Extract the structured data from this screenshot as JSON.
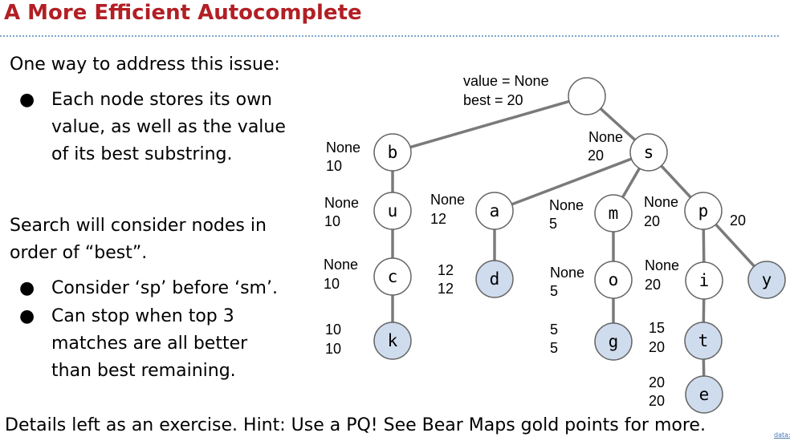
{
  "title": "A More Efficient Autocomplete",
  "intro": "One way to address this issue:",
  "bullets_top": [
    [
      "Each node stores its own",
      "value, as well as the value",
      "of its best substring."
    ]
  ],
  "search_line1": "Search will consider nodes in",
  "search_line2": "order of “best”.",
  "bullets_bottom": [
    [
      "Consider ‘sp’ before ‘sm’."
    ],
    [
      "Can stop when top 3",
      "matches are all better",
      "than best remaining."
    ]
  ],
  "bullet_symbol": "●",
  "footer": "Details left as an exercise. Hint: Use a PQ! See Bear Maps gold points for more.",
  "corner_fragment": "data:",
  "colors": {
    "title": "#b21f24",
    "divider": "#7fa6c9",
    "terminal_node_fill": "#cfdcee",
    "node_fill": "#ffffff",
    "edge": "#7a7a7a"
  },
  "tree": {
    "root_value_label": "value = None",
    "root_best_label": "best = 20",
    "nodes": [
      {
        "id": "root",
        "char": "",
        "value": "None",
        "best": "20",
        "terminal": false
      },
      {
        "id": "b",
        "char": "b",
        "value": "None",
        "best": "10",
        "terminal": false
      },
      {
        "id": "s",
        "char": "s",
        "value": "None",
        "best": "20",
        "terminal": false
      },
      {
        "id": "u",
        "char": "u",
        "value": "None",
        "best": "10",
        "terminal": false
      },
      {
        "id": "a",
        "char": "a",
        "value": "None",
        "best": "12",
        "terminal": false
      },
      {
        "id": "m",
        "char": "m",
        "value": "None",
        "best": "5",
        "terminal": false
      },
      {
        "id": "p",
        "char": "p",
        "value": "None",
        "best": "20",
        "terminal": false
      },
      {
        "id": "c",
        "char": "c",
        "value": "None",
        "best": "10",
        "terminal": false
      },
      {
        "id": "d",
        "char": "d",
        "value": "12",
        "best": "12",
        "terminal": true
      },
      {
        "id": "o",
        "char": "o",
        "value": "None",
        "best": "5",
        "terminal": false
      },
      {
        "id": "i",
        "char": "i",
        "value": "None",
        "best": "20",
        "terminal": false
      },
      {
        "id": "y",
        "char": "y",
        "value": "20",
        "best": "",
        "terminal": true
      },
      {
        "id": "k",
        "char": "k",
        "value": "10",
        "best": "10",
        "terminal": true
      },
      {
        "id": "g",
        "char": "g",
        "value": "5",
        "best": "5",
        "terminal": true
      },
      {
        "id": "t",
        "char": "t",
        "value": "15",
        "best": "20",
        "terminal": true
      },
      {
        "id": "e",
        "char": "e",
        "value": "20",
        "best": "20",
        "terminal": true
      }
    ],
    "edges": [
      [
        "root",
        "b"
      ],
      [
        "root",
        "s"
      ],
      [
        "b",
        "u"
      ],
      [
        "u",
        "c"
      ],
      [
        "c",
        "k"
      ],
      [
        "s",
        "a"
      ],
      [
        "s",
        "m"
      ],
      [
        "s",
        "p"
      ],
      [
        "a",
        "d"
      ],
      [
        "m",
        "o"
      ],
      [
        "o",
        "g"
      ],
      [
        "p",
        "i"
      ],
      [
        "p",
        "y"
      ],
      [
        "i",
        "t"
      ],
      [
        "t",
        "e"
      ]
    ]
  }
}
